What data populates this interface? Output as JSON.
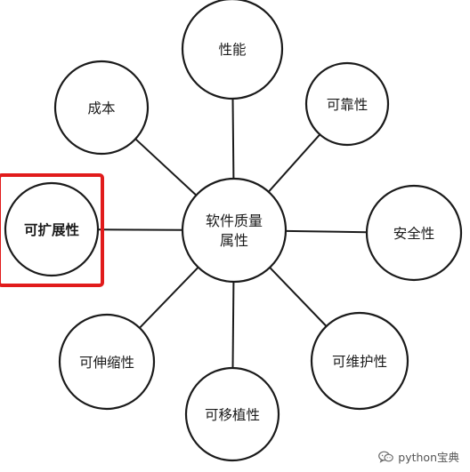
{
  "diagram": {
    "center": {
      "id": "center",
      "lines": [
        "软件质量",
        "属性"
      ]
    },
    "nodes": [
      {
        "id": "performance",
        "label": "性能",
        "highlighted": false
      },
      {
        "id": "reliability",
        "label": "可靠性",
        "highlighted": false
      },
      {
        "id": "security",
        "label": "安全性",
        "highlighted": false
      },
      {
        "id": "maintainability",
        "label": "可维护性",
        "highlighted": false
      },
      {
        "id": "portability",
        "label": "可移植性",
        "highlighted": false
      },
      {
        "id": "scalability",
        "label": "可伸缩性",
        "highlighted": false
      },
      {
        "id": "extensibility",
        "label": "可扩展性",
        "highlighted": true
      },
      {
        "id": "cost",
        "label": "成本",
        "highlighted": false
      }
    ],
    "edges": [
      [
        "center",
        "performance"
      ],
      [
        "center",
        "reliability"
      ],
      [
        "center",
        "security"
      ],
      [
        "center",
        "maintainability"
      ],
      [
        "center",
        "portability"
      ],
      [
        "center",
        "scalability"
      ],
      [
        "center",
        "extensibility"
      ],
      [
        "center",
        "cost"
      ]
    ],
    "colors": {
      "stroke": "#1a1a1a",
      "highlight": "#e11b1b",
      "background": "#ffffff"
    }
  },
  "watermark": {
    "icon": "wechat-bubble-icon",
    "text": "python宝典"
  }
}
